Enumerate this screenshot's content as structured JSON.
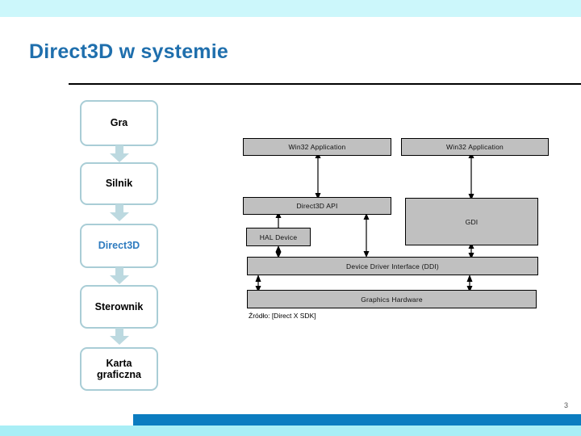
{
  "slide": {
    "title": "Direct3D w systemie",
    "page_number": "3",
    "colors": {
      "top_band": "#ccf7fb",
      "bottom_blue_bar": "#0b7cc0",
      "bottom_cyan_bar": "#a9eef6",
      "title_text": "#1f6fad",
      "flow_box_border": "#a9cdd6",
      "flow_arrow": "#bcd9e0",
      "accent_text": "#2e7bbf",
      "diagram_box_fill": "#c0c0c0",
      "diagram_box_border": "#000000"
    }
  },
  "flow": {
    "boxes": [
      {
        "label": "Gra",
        "accent": false
      },
      {
        "label": "Silnik",
        "accent": false
      },
      {
        "label": "Direct3D",
        "accent": true
      },
      {
        "label": "Sterownik",
        "accent": false
      },
      {
        "label": "Karta\ngraficzna",
        "accent": false
      }
    ],
    "arrow_count": 4
  },
  "diagram": {
    "caption": "Źródło: [Direct X SDK]",
    "boxes": [
      {
        "id": "win32-app-left",
        "label": "Win32 Application"
      },
      {
        "id": "win32-app-right",
        "label": "Win32 Application"
      },
      {
        "id": "direct3d-api",
        "label": "Direct3D API"
      },
      {
        "id": "gdi",
        "label": "GDI"
      },
      {
        "id": "hal-device",
        "label": "HAL Device"
      },
      {
        "id": "ddi",
        "label": "Device Driver Interface (DDI)"
      },
      {
        "id": "graphics-hardware",
        "label": "Graphics Hardware"
      }
    ]
  }
}
